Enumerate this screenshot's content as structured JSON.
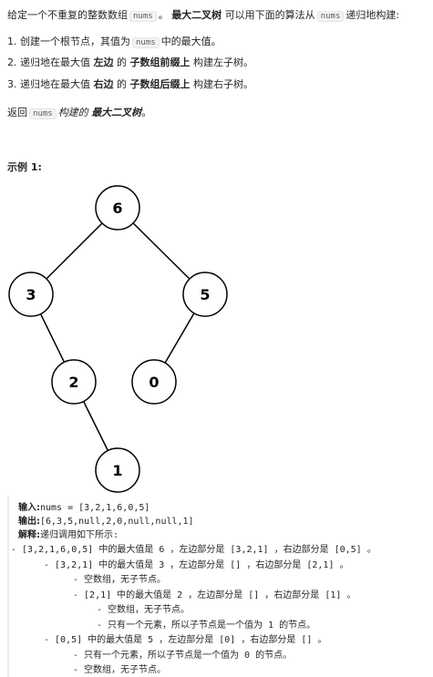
{
  "intro": {
    "a": "给定一个不重复的整数数组",
    "code": "nums",
    "b": "。",
    "bold": "最大二叉树",
    "c": "可以用下面的算法从",
    "code2": "nums",
    "d": "递归地构建:"
  },
  "steps": [
    {
      "a": "1. 创建一个根节点，其值为",
      "code": "nums",
      "b": "中的最大值。"
    },
    {
      "a": "2. 递归地在最大值",
      "bold1": "左边",
      "b": "的",
      "bold2": "子数组前缀上",
      "c": "构建左子树。"
    },
    {
      "a": "3. 递归地在最大值",
      "bold1": "右边",
      "b": "的",
      "bold2": "子数组后缀上",
      "c": "构建右子树。"
    }
  ],
  "return_line": {
    "a": "返回",
    "code": "nums",
    "b": "构建的",
    "bold": "最大二叉树",
    "c": "。"
  },
  "example_title": "示例 1:",
  "tree": {
    "nodes": [
      {
        "label": "6"
      },
      {
        "label": "3"
      },
      {
        "label": "5"
      },
      {
        "label": "2"
      },
      {
        "label": "0"
      },
      {
        "label": "1"
      }
    ],
    "edges": [
      [
        "6",
        "3"
      ],
      [
        "6",
        "5"
      ],
      [
        "3",
        "2"
      ],
      [
        "5",
        "0"
      ],
      [
        "2",
        "1"
      ]
    ]
  },
  "example": {
    "input_label": "输入:",
    "input_value": "nums = [3,2,1,6,0,5]",
    "output_label": "输出:",
    "output_value": "[6,3,5,null,2,0,null,null,1]",
    "explain_label": "解释:",
    "explain_value": "递归调用如下所示:",
    "lines": [
      "- [3,2,1,6,0,5] 中的最大值是 6 ，左边部分是 [3,2,1] ，右边部分是 [0,5] 。",
      "- [3,2,1] 中的最大值是 3 ，左边部分是 [] ，右边部分是 [2,1] 。",
      "- 空数组，无子节点。",
      "- [2,1] 中的最大值是 2 ，左边部分是 [] ，右边部分是 [1] 。",
      "- 空数组，无子节点。",
      "- 只有一个元素，所以子节点是一个值为 1 的节点。",
      "- [0,5] 中的最大值是 5 ，左边部分是 [0] ，右边部分是 [] 。",
      "- 只有一个元素，所以子节点是一个值为 0 的节点。",
      "- 空数组，无子节点。"
    ]
  }
}
